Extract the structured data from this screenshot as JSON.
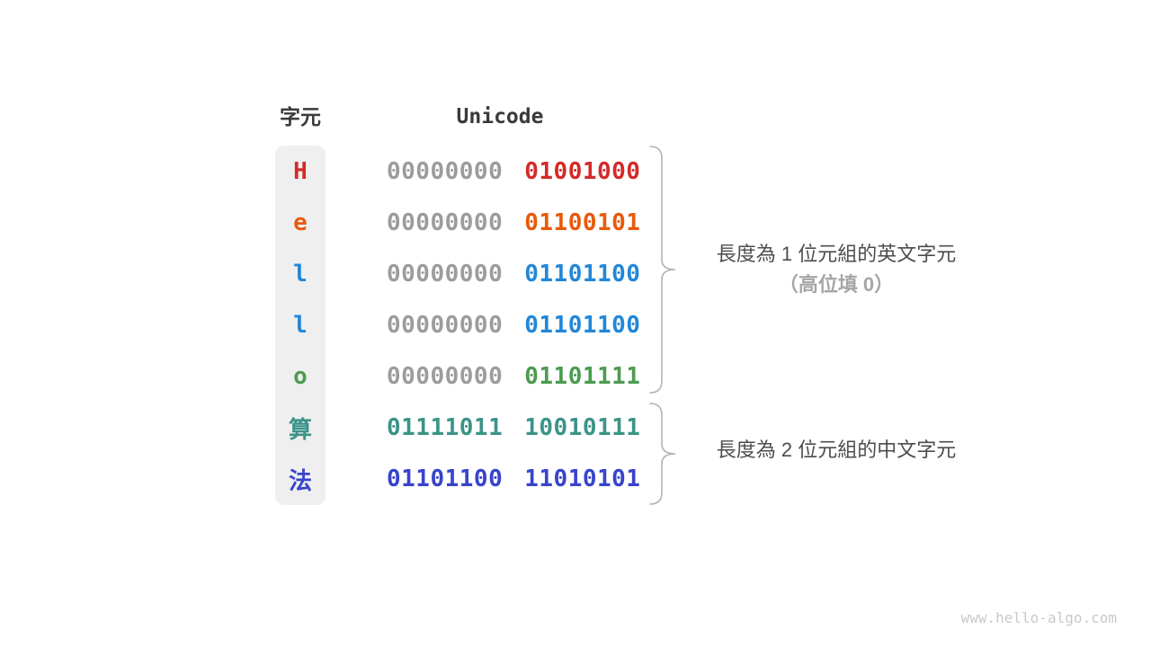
{
  "diagram": {
    "headers": {
      "char": "字元",
      "unicode": "Unicode"
    },
    "rows": [
      {
        "char": "H",
        "byte1": "00000000",
        "byte2": "01001000",
        "color": "#d42a2a"
      },
      {
        "char": "e",
        "byte1": "00000000",
        "byte2": "01100101",
        "color": "#e8590c"
      },
      {
        "char": "l",
        "byte1": "00000000",
        "byte2": "01101100",
        "color": "#2287d8"
      },
      {
        "char": "l",
        "byte1": "00000000",
        "byte2": "01101100",
        "color": "#2287d8"
      },
      {
        "char": "o",
        "byte1": "00000000",
        "byte2": "01101111",
        "color": "#4c9b51"
      },
      {
        "char": "算",
        "byte1": "01111011",
        "byte2": "10010111",
        "color": "#3a9488"
      },
      {
        "char": "法",
        "byte1": "01101100",
        "byte2": "11010101",
        "color": "#3844cc"
      }
    ],
    "muted_color": "#9c9c9c",
    "strip_color": "#efefef",
    "brace_color": "#b3b3b3",
    "annotations": [
      {
        "line1": "長度為 1 位元組的英文字元",
        "line2": "（高位填 0）",
        "line2_color": "#a6a6a6"
      },
      {
        "line1": "長度為 2 位元組的中文字元"
      }
    ],
    "watermark": {
      "text": "www.hello-algo.com",
      "color": "#c9c9c9"
    }
  }
}
